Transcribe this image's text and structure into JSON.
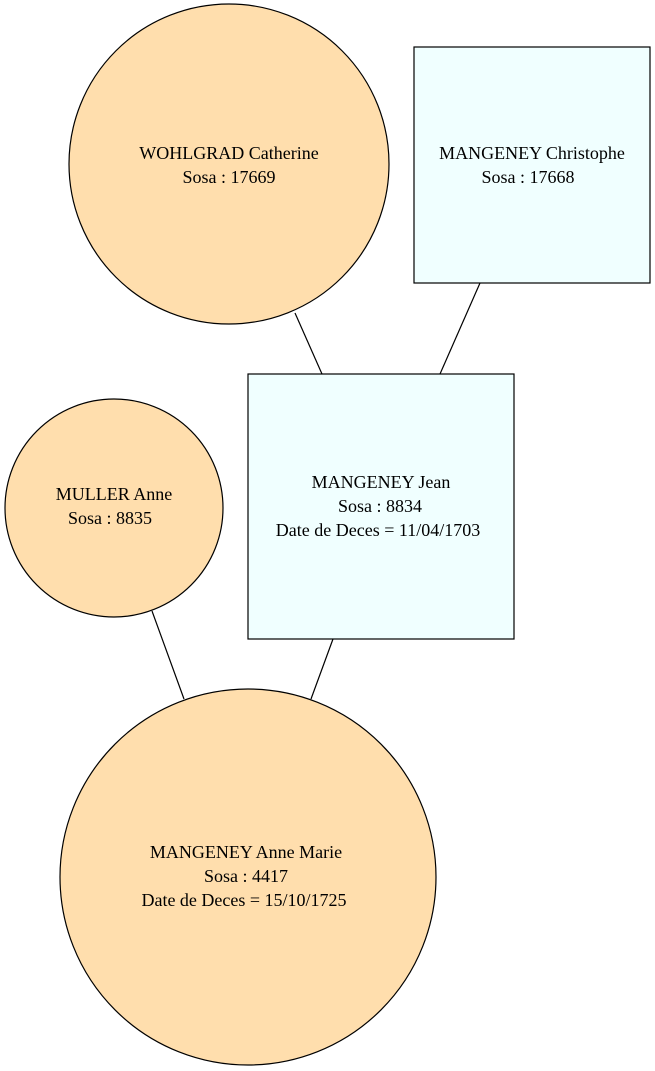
{
  "colors": {
    "female_fill": "#FFDEAD",
    "male_fill": "#F0FFFF",
    "stroke": "#000000",
    "background": "#FFFFFF"
  },
  "nodes": [
    {
      "id": "wohlgrad-catherine",
      "shape": "circle",
      "sex": "female",
      "name": "WOHLGRAD Catherine",
      "sosa": "Sosa : 17669",
      "death": ""
    },
    {
      "id": "mangeney-christophe",
      "shape": "box",
      "sex": "male",
      "name": "MANGENEY Christophe",
      "sosa": "Sosa : 17668",
      "death": ""
    },
    {
      "id": "muller-anne",
      "shape": "circle",
      "sex": "female",
      "name": "MULLER Anne",
      "sosa": "Sosa : 8835",
      "death": ""
    },
    {
      "id": "mangeney-jean",
      "shape": "box",
      "sex": "male",
      "name": "MANGENEY Jean",
      "sosa": "Sosa : 8834",
      "death": "Date de Deces = 11/04/1703"
    },
    {
      "id": "mangeney-anne-marie",
      "shape": "circle",
      "sex": "female",
      "name": "MANGENEY Anne Marie",
      "sosa": "Sosa : 4417",
      "death": "Date de Deces = 15/10/1725"
    }
  ],
  "edges": [
    {
      "from": "wohlgrad-catherine",
      "to": "mangeney-jean"
    },
    {
      "from": "mangeney-christophe",
      "to": "mangeney-jean"
    },
    {
      "from": "muller-anne",
      "to": "mangeney-anne-marie"
    },
    {
      "from": "mangeney-jean",
      "to": "mangeney-anne-marie"
    }
  ]
}
